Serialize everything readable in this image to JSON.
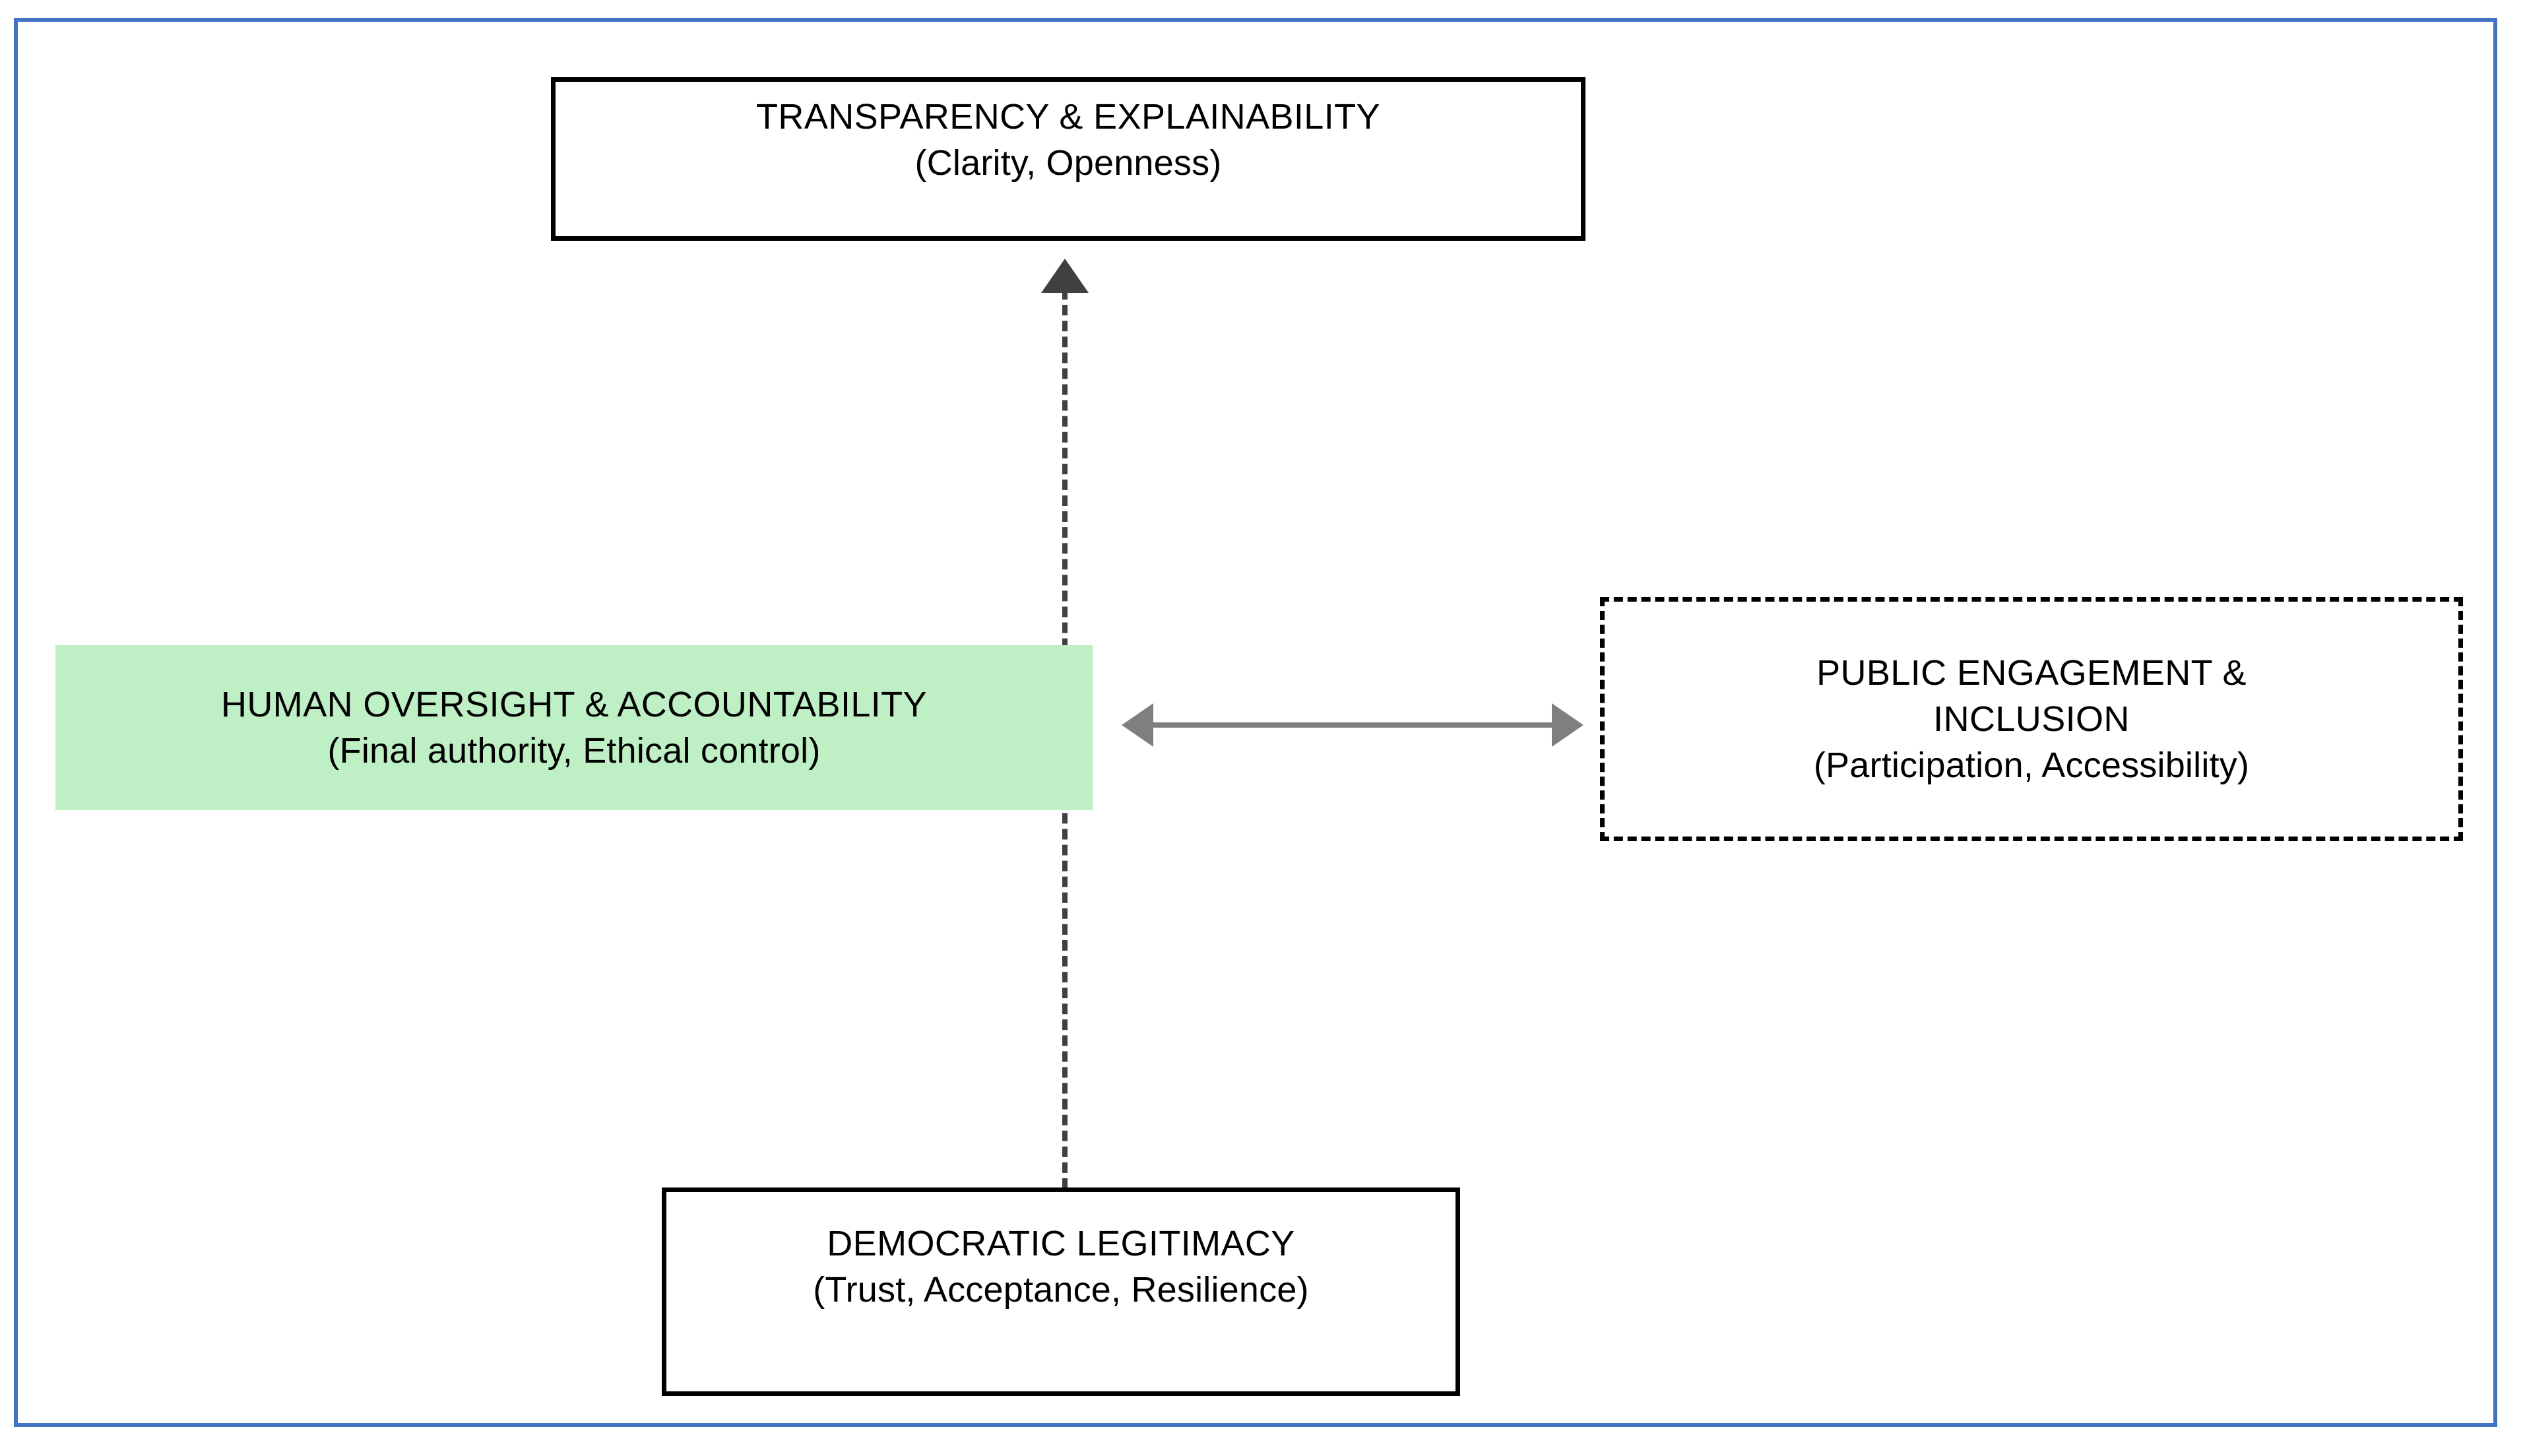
{
  "diagram": {
    "frame_color": "#4472C4",
    "background": "#ffffff",
    "nodes": [
      {
        "id": "transparency",
        "title": "TRANSPARENCY & EXPLAINABILITY",
        "subtitle": "(Clarity, Openness)",
        "style": "solid-border",
        "fill": "#ffffff",
        "border_color": "#000000"
      },
      {
        "id": "human-oversight",
        "title": "HUMAN OVERSIGHT & ACCOUNTABILITY",
        "subtitle": "(Final authority, Ethical control)",
        "style": "filled-no-border",
        "fill": "#BFEFC4",
        "border_color": "none"
      },
      {
        "id": "public-engagement",
        "title": "PUBLIC ENGAGEMENT &",
        "title2": "INCLUSION",
        "subtitle": "(Participation, Accessibility)",
        "style": "dashed-border",
        "fill": "#ffffff",
        "border_color": "#000000"
      },
      {
        "id": "democratic-legitimacy",
        "title": "DEMOCRATIC LEGITIMACY",
        "subtitle": "(Trust, Acceptance, Resilience)",
        "style": "solid-border",
        "fill": "#ffffff",
        "border_color": "#000000"
      }
    ],
    "connectors": [
      {
        "id": "vertical-dashed-arrow",
        "from": "democratic-legitimacy",
        "to": "transparency",
        "style": "dashed",
        "color": "#404040",
        "arrowheads": "up"
      },
      {
        "id": "horizontal-double-arrow",
        "from": "human-oversight",
        "to": "public-engagement",
        "style": "solid",
        "color": "#7F7F7F",
        "arrowheads": "both"
      }
    ]
  }
}
